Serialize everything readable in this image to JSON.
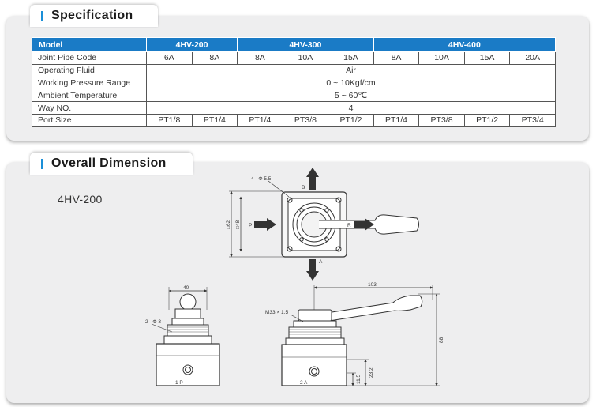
{
  "spec": {
    "title": "Specification",
    "headers": {
      "model": "Model",
      "groups": [
        "4HV-200",
        "4HV-300",
        "4HV-400"
      ]
    },
    "rows": {
      "joint_pipe_code": {
        "label": "Joint Pipe Code",
        "values": [
          "6A",
          "8A",
          "8A",
          "10A",
          "15A",
          "8A",
          "10A",
          "15A",
          "20A"
        ]
      },
      "operating_fluid": {
        "label": "Operating Fluid",
        "value": "Air"
      },
      "working_pressure": {
        "label": "Working Pressure Range",
        "value": "0 ~ 10Kgf/cm"
      },
      "ambient_temperature": {
        "label": "Ambient Temperature",
        "value": "5 ~ 60℃"
      },
      "way_no": {
        "label": "Way NO.",
        "value": "4"
      },
      "port_size": {
        "label": "Port Size",
        "values": [
          "PT1/8",
          "PT1/4",
          "PT1/4",
          "PT3/8",
          "PT1/2",
          "PT1/4",
          "PT3/8",
          "PT1/2",
          "PT3/4"
        ]
      }
    }
  },
  "dimension": {
    "title": "Overall Dimension",
    "model": "4HV-200",
    "labels": {
      "hole": "4 - Φ 5.5",
      "port_b": "B",
      "port_p": "P",
      "port_r": "R",
      "port_a": "A",
      "dim_62": "□62",
      "dim_48": "□48",
      "dim_40": "40",
      "dim_2phi3": "2 - Φ 3",
      "dim_103": "103",
      "thread": "M33 × 1.5",
      "dim_88": "88",
      "dim_11_5": "11.5",
      "dim_23_2": "23.2",
      "mark_1p": "1 P",
      "mark_2a": "2 A"
    }
  },
  "colors": {
    "header_blue": "#1a7bc6",
    "accent_bar": "#1a8fd8",
    "panel_gray": "#eeeeef"
  }
}
